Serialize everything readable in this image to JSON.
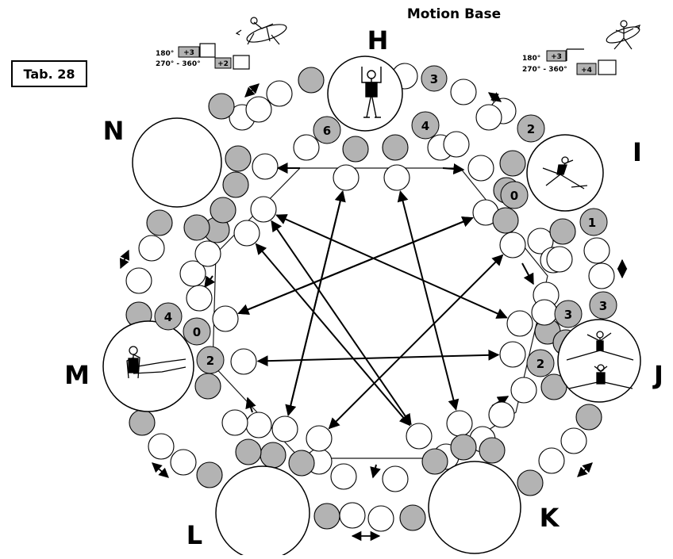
{
  "title": "Motion Base",
  "table_label": "Tab. 28",
  "nodes": [
    {
      "id": "H",
      "label": "H"
    },
    {
      "id": "I",
      "label": "I"
    },
    {
      "id": "J",
      "label": "J"
    },
    {
      "id": "K",
      "label": "K"
    },
    {
      "id": "L",
      "label": "L"
    },
    {
      "id": "M",
      "label": "M"
    },
    {
      "id": "N",
      "label": "N"
    }
  ],
  "rotation_values_left": [
    {
      "degree": "180°",
      "bonus": "+3"
    },
    {
      "degree": "270° - 360°",
      "bonus": "+2"
    }
  ],
  "rotation_values_right": [
    {
      "degree": "180°",
      "bonus": "+3"
    },
    {
      "degree": "270° - 360°",
      "bonus": "+4"
    }
  ],
  "step_values": [
    "3",
    "6",
    "4",
    "2",
    "0",
    "1",
    "3",
    "3",
    "2",
    "4",
    "0",
    "2"
  ],
  "colors": {
    "gray": "#b3b3b3",
    "line": "#000000",
    "background": "#ffffff"
  },
  "icons": [
    "gymnast-figure",
    "rotation-figure",
    "double-arrow"
  ],
  "connections": [
    [
      "H",
      "J"
    ],
    [
      "H",
      "K"
    ],
    [
      "H",
      "L"
    ],
    [
      "I",
      "N"
    ],
    [
      "I",
      "M"
    ],
    [
      "J",
      "N"
    ],
    [
      "J",
      "M"
    ],
    [
      "K",
      "M"
    ],
    [
      "K",
      "N"
    ],
    [
      "L",
      "I"
    ],
    [
      "L",
      "J"
    ],
    [
      "L",
      "N"
    ]
  ]
}
